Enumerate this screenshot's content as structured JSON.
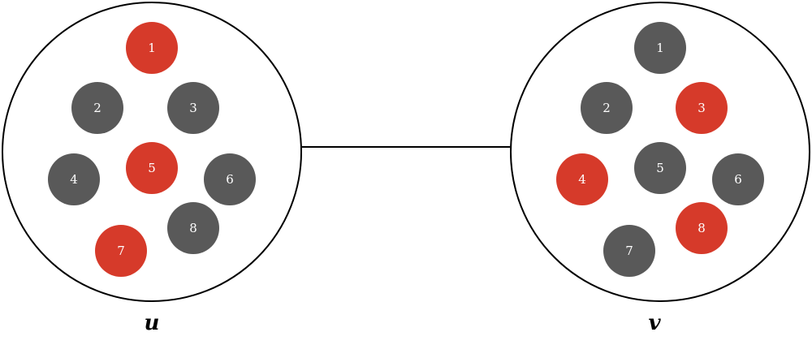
{
  "colors": {
    "active": "#d63a2a",
    "inactive": "#595959",
    "outline": "#000000",
    "label": "#ffffff"
  },
  "groups": [
    {
      "label": "u",
      "nodes": [
        {
          "id": "1",
          "active": true
        },
        {
          "id": "2",
          "active": false
        },
        {
          "id": "3",
          "active": false
        },
        {
          "id": "4",
          "active": false
        },
        {
          "id": "5",
          "active": true
        },
        {
          "id": "6",
          "active": false
        },
        {
          "id": "7",
          "active": true
        },
        {
          "id": "8",
          "active": false
        }
      ]
    },
    {
      "label": "v",
      "nodes": [
        {
          "id": "1",
          "active": false
        },
        {
          "id": "2",
          "active": false
        },
        {
          "id": "3",
          "active": true
        },
        {
          "id": "4",
          "active": true
        },
        {
          "id": "5",
          "active": false
        },
        {
          "id": "6",
          "active": false
        },
        {
          "id": "7",
          "active": false
        },
        {
          "id": "8",
          "active": true
        }
      ]
    }
  ]
}
